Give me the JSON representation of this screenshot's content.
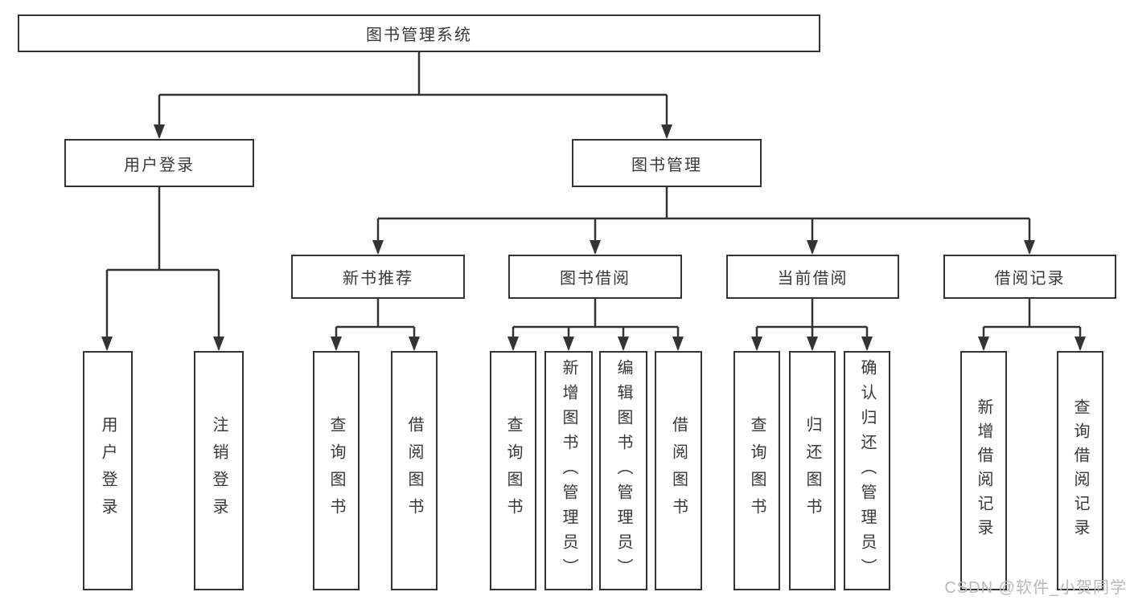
{
  "nodes": {
    "root": "图书管理系统",
    "user_login_group": "用户登录",
    "book_management": "图书管理",
    "new_book_recommendation": "新书推荐",
    "book_borrowing": "图书借阅",
    "current_borrowing": "当前借阅",
    "borrowing_records": "借阅记录",
    "leaf_user_login": "用户登录",
    "leaf_logout": "注销登录",
    "leaf_query_books_1": "查询图书",
    "leaf_borrow_books_1": "借阅图书",
    "leaf_query_books_2": "查询图书",
    "leaf_add_book_admin": "新增图书（管理员）",
    "leaf_edit_book_admin": "编辑图书（管理员）",
    "leaf_borrow_books_2": "借阅图书",
    "leaf_query_books_3": "查询图书",
    "leaf_return_books": "归还图书",
    "leaf_confirm_return_admin": "确认归还（管理员）",
    "leaf_add_borrowing_record": "新增借阅记录",
    "leaf_query_borrowing_record": "查询借阅记录"
  },
  "watermark": "CSDN @软件_小贺同学",
  "colors": {
    "line": "#333333",
    "node_border": "#333333",
    "text": "#383838",
    "background": "#ffffff",
    "watermark": "#b9b9b9"
  }
}
